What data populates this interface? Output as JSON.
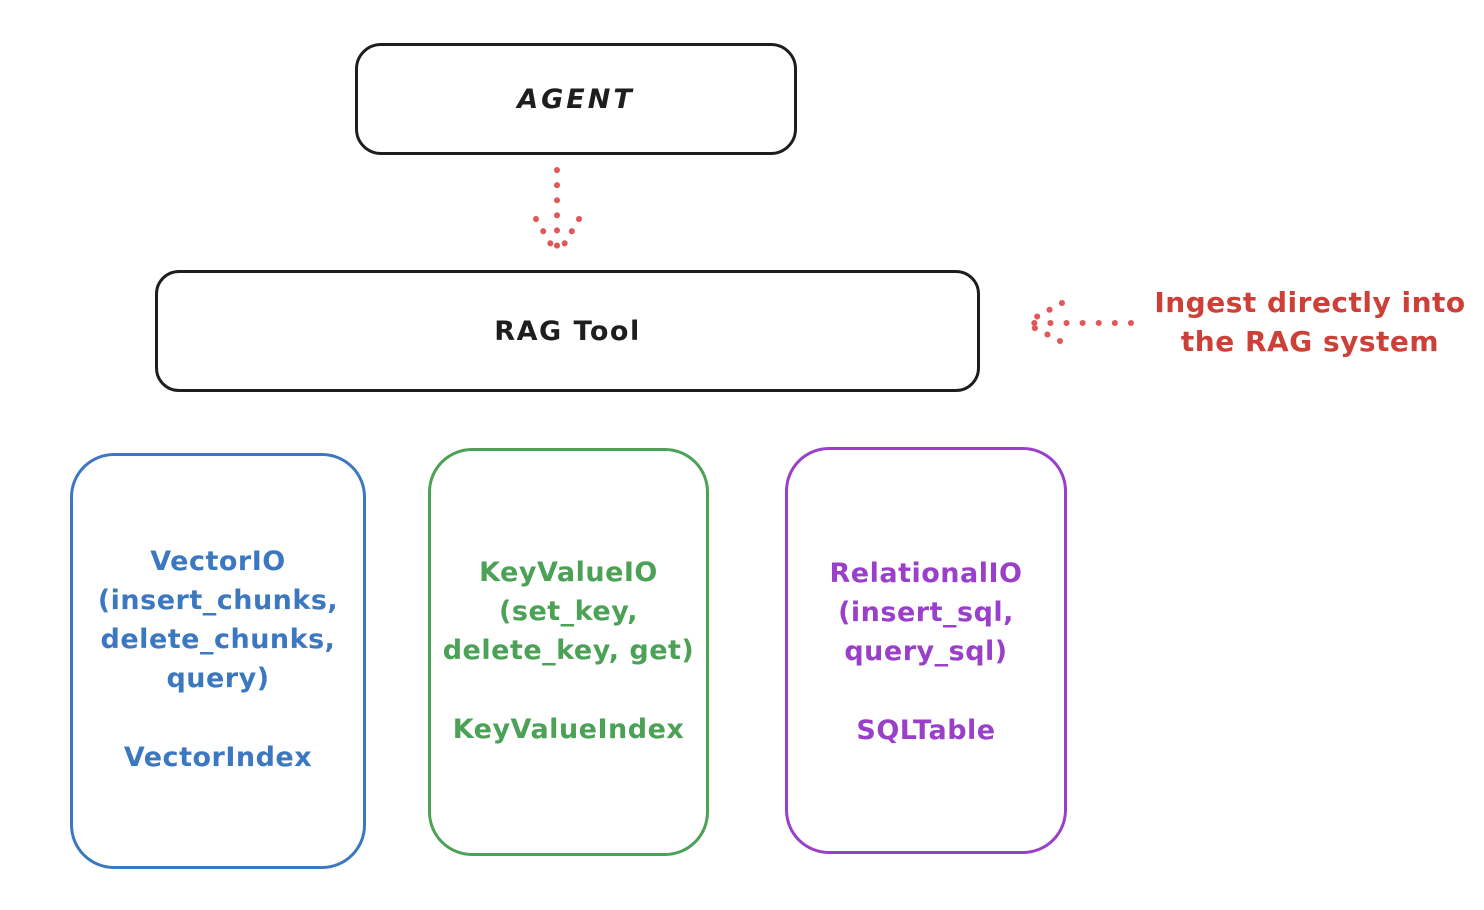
{
  "colors": {
    "background": "#ffffff",
    "stroke_black": "#1e1e1e",
    "annotation_red": "#cd4038",
    "arrow_red": "#e05858",
    "vector_blue": "#3c78c0",
    "keyvalue_green": "#4ba155",
    "relational_purple": "#9a3fc9"
  },
  "agent_box": {
    "label": "AGENT"
  },
  "rag_box": {
    "label": "RAG Tool"
  },
  "annotation": {
    "line1": "Ingest directly into",
    "line2": "the RAG system"
  },
  "arrows": [
    {
      "name": "agent-to-rag-arrow",
      "style": "dotted",
      "direction": "down",
      "color": "#e05858"
    },
    {
      "name": "ingest-into-rag-arrow",
      "style": "dotted",
      "direction": "left",
      "color": "#e05858"
    }
  ],
  "io_boxes": [
    {
      "id": "vector-io",
      "color": "#3c78c0",
      "lines": [
        "VectorIO",
        "(insert_chunks,",
        "delete_chunks,",
        "query)"
      ],
      "index_label": "VectorIndex"
    },
    {
      "id": "keyvalue-io",
      "color": "#4ba155",
      "lines": [
        "KeyValueIO",
        "(set_key,",
        "delete_key, get)"
      ],
      "index_label": "KeyValueIndex"
    },
    {
      "id": "relational-io",
      "color": "#9a3fc9",
      "lines": [
        "RelationalIO",
        "(insert_sql,",
        "query_sql)"
      ],
      "index_label": "SQLTable"
    }
  ]
}
